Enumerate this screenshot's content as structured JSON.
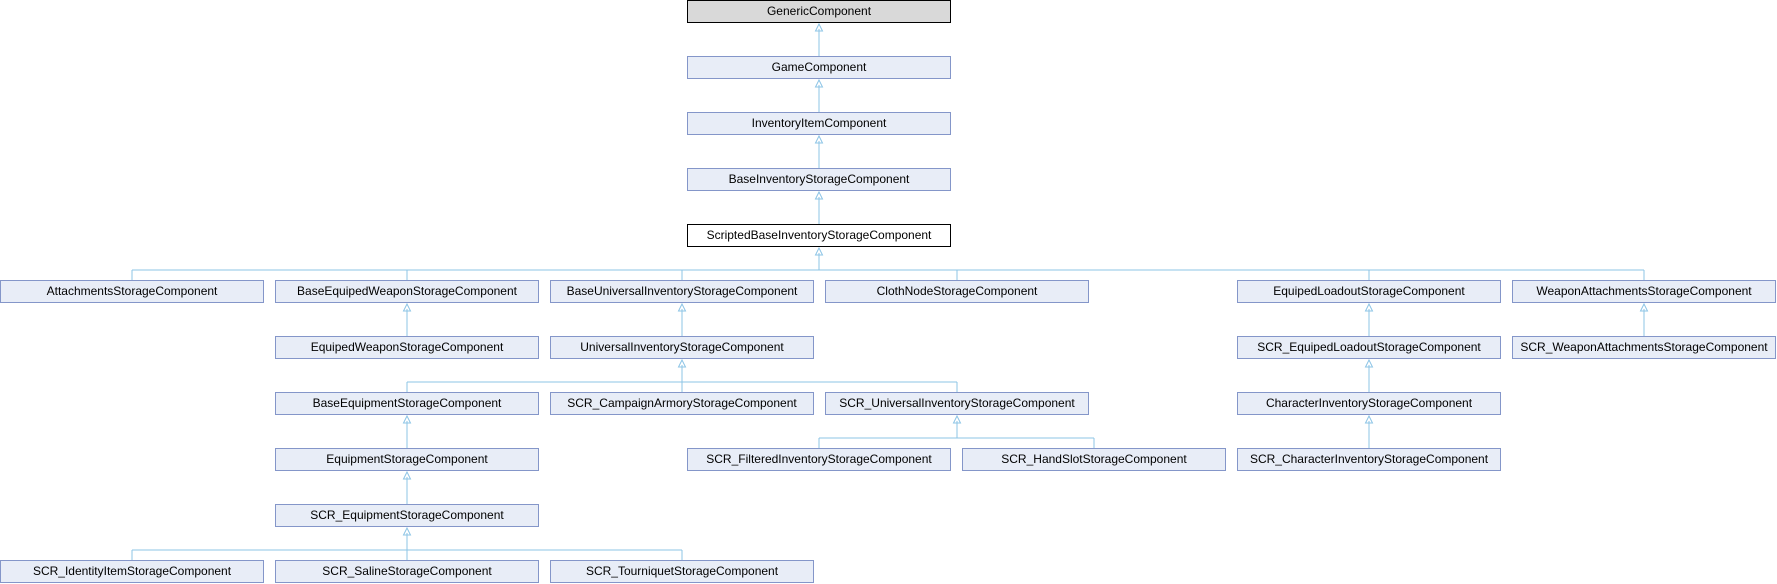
{
  "colors": {
    "node_fill": "#e8edf7",
    "node_border": "#8496c9",
    "root_fill": "#d9d9d9",
    "current_border": "#000000",
    "edge": "#8cc4e6"
  },
  "nodes": {
    "generic": "GenericComponent",
    "game": "GameComponent",
    "inventory_item": "InventoryItemComponent",
    "base_inventory_storage": "BaseInventoryStorageComponent",
    "scripted_base_inventory_storage": "ScriptedBaseInventoryStorageComponent",
    "attachments_storage": "AttachmentsStorageComponent",
    "base_equiped_weapon_storage": "BaseEquipedWeaponStorageComponent",
    "base_universal_inventory_storage": "BaseUniversalInventoryStorageComponent",
    "cloth_node_storage": "ClothNodeStorageComponent",
    "equiped_loadout_storage": "EquipedLoadoutStorageComponent",
    "weapon_attachments_storage": "WeaponAttachmentsStorageComponent",
    "equiped_weapon_storage": "EquipedWeaponStorageComponent",
    "universal_inventory_storage": "UniversalInventoryStorageComponent",
    "scr_equiped_loadout_storage": "SCR_EquipedLoadoutStorageComponent",
    "scr_weapon_attachments_storage": "SCR_WeaponAttachmentsStorageComponent",
    "base_equipment_storage": "BaseEquipmentStorageComponent",
    "scr_campaign_armory_storage": "SCR_CampaignArmoryStorageComponent",
    "scr_universal_inventory_storage": "SCR_UniversalInventoryStorageComponent",
    "character_inventory_storage": "CharacterInventoryStorageComponent",
    "equipment_storage": "EquipmentStorageComponent",
    "scr_filtered_inventory_storage": "SCR_FilteredInventoryStorageComponent",
    "scr_hand_slot_storage": "SCR_HandSlotStorageComponent",
    "scr_character_inventory_storage": "SCR_CharacterInventoryStorageComponent",
    "scr_equipment_storage": "SCR_EquipmentStorageComponent",
    "scr_identity_item_storage": "SCR_IdentityItemStorageComponent",
    "scr_saline_storage": "SCR_SalineStorageComponent",
    "scr_tourniquet_storage": "SCR_TourniquetStorageComponent"
  },
  "edges": [
    [
      "game",
      "generic"
    ],
    [
      "inventory_item",
      "game"
    ],
    [
      "base_inventory_storage",
      "inventory_item"
    ],
    [
      "scripted_base_inventory_storage",
      "base_inventory_storage"
    ],
    [
      "attachments_storage",
      "scripted_base_inventory_storage"
    ],
    [
      "base_equiped_weapon_storage",
      "scripted_base_inventory_storage"
    ],
    [
      "base_universal_inventory_storage",
      "scripted_base_inventory_storage"
    ],
    [
      "cloth_node_storage",
      "scripted_base_inventory_storage"
    ],
    [
      "equiped_loadout_storage",
      "scripted_base_inventory_storage"
    ],
    [
      "weapon_attachments_storage",
      "scripted_base_inventory_storage"
    ],
    [
      "equiped_weapon_storage",
      "base_equiped_weapon_storage"
    ],
    [
      "universal_inventory_storage",
      "base_universal_inventory_storage"
    ],
    [
      "scr_equiped_loadout_storage",
      "equiped_loadout_storage"
    ],
    [
      "scr_weapon_attachments_storage",
      "weapon_attachments_storage"
    ],
    [
      "base_equipment_storage",
      "universal_inventory_storage"
    ],
    [
      "scr_campaign_armory_storage",
      "universal_inventory_storage"
    ],
    [
      "scr_universal_inventory_storage",
      "universal_inventory_storage"
    ],
    [
      "character_inventory_storage",
      "scr_equiped_loadout_storage"
    ],
    [
      "equipment_storage",
      "base_equipment_storage"
    ],
    [
      "scr_filtered_inventory_storage",
      "scr_universal_inventory_storage"
    ],
    [
      "scr_hand_slot_storage",
      "scr_universal_inventory_storage"
    ],
    [
      "scr_character_inventory_storage",
      "character_inventory_storage"
    ],
    [
      "scr_equipment_storage",
      "equipment_storage"
    ],
    [
      "scr_identity_item_storage",
      "scr_equipment_storage"
    ],
    [
      "scr_saline_storage",
      "scr_equipment_storage"
    ],
    [
      "scr_tourniquet_storage",
      "scr_equipment_storage"
    ]
  ]
}
